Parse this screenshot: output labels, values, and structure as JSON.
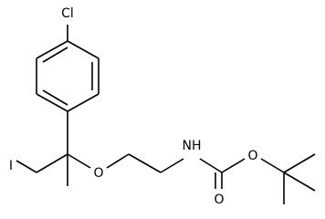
{
  "molecule": {
    "atoms": {
      "cl": "Cl",
      "i": "I",
      "o_ether": "O",
      "nh": "NH",
      "o_carbonyl": "O",
      "o_ester": "O"
    }
  }
}
